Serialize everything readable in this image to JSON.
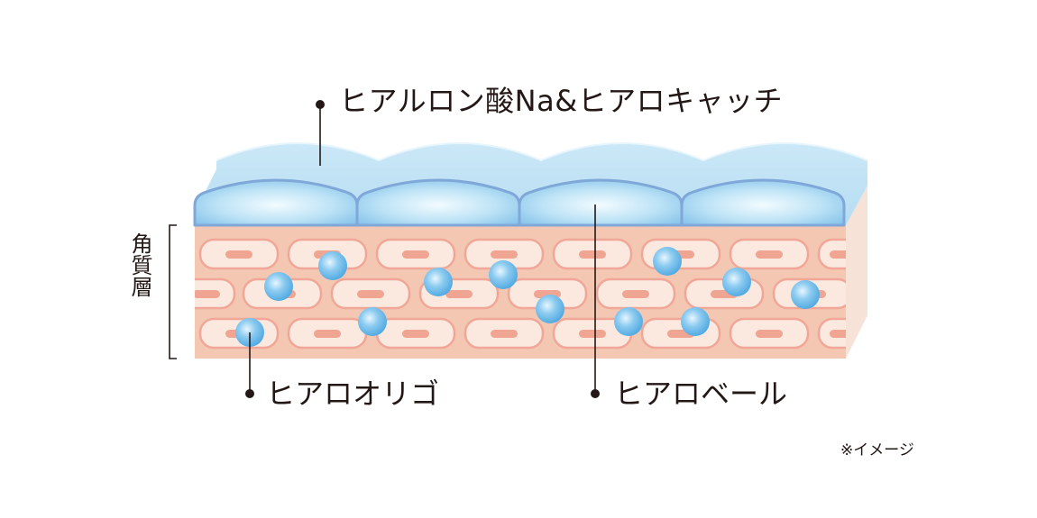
{
  "labels": {
    "top": "ヒアルロン酸Na&ヒアロキャッチ",
    "oligo": "ヒアロオリゴ",
    "veil": "ヒアロベール",
    "layer": "角質層",
    "note": "※イメージ"
  },
  "colors": {
    "text": "#231815",
    "outer_film": "#c3e3f4",
    "outer_film_edge": "#a6d2ee",
    "veil_fill": "#b9dff5",
    "veil_edge": "#7fa8d8",
    "skin_base": "#f4c7b3",
    "skin_side": "#f7e2d8",
    "cell_fill": "#fbe8df",
    "cell_edge": "#f0a797",
    "cell_nucleus": "#f0a592",
    "sphere": "#66b8e8"
  },
  "icons": {
    "bullet": "black-dot",
    "bracket": "layer-bracket"
  }
}
